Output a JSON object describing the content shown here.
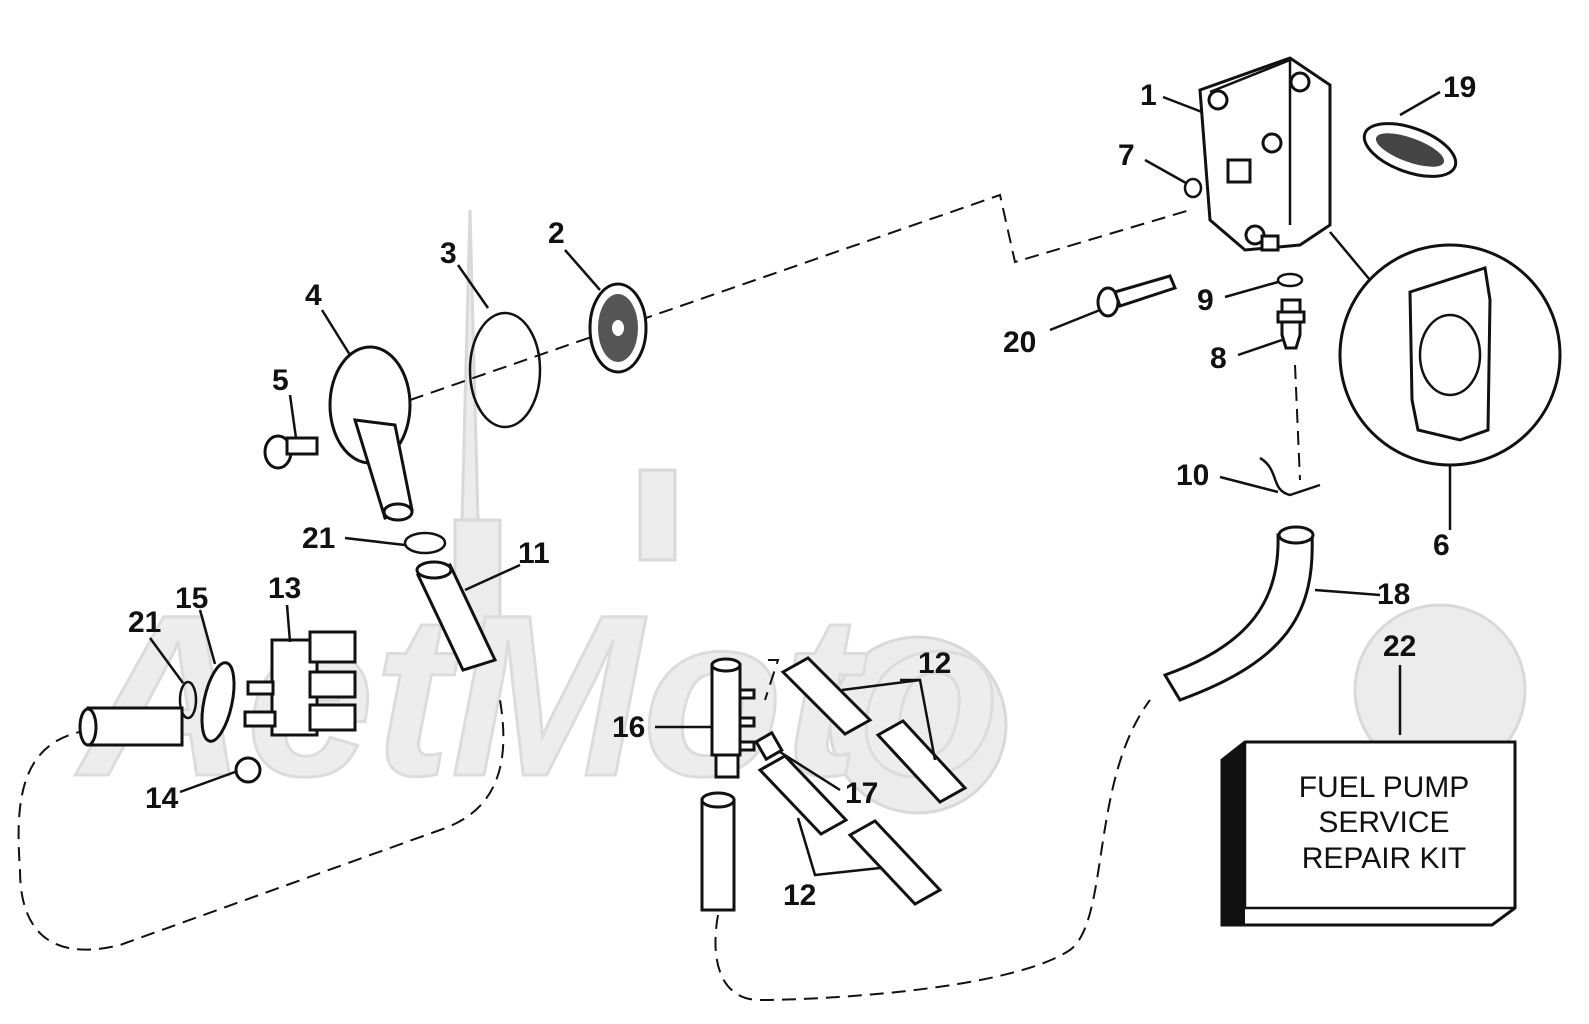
{
  "callouts": {
    "c1": "1",
    "c2": "2",
    "c3": "3",
    "c4": "4",
    "c5": "5",
    "c6": "6",
    "c7": "7",
    "c8": "8",
    "c9": "9",
    "c10": "10",
    "c11": "11",
    "c12a": "12",
    "c12b": "12",
    "c13": "13",
    "c14": "14",
    "c15": "15",
    "c16": "16",
    "c17": "17",
    "c18": "18",
    "c19": "19",
    "c20": "20",
    "c21a": "21",
    "c21b": "21",
    "c22": "22"
  },
  "kit": {
    "line1": "FUEL PUMP",
    "line2": "SERVICE",
    "line3": "REPAIR KIT"
  },
  "watermark": {
    "text": "AetMoto"
  }
}
